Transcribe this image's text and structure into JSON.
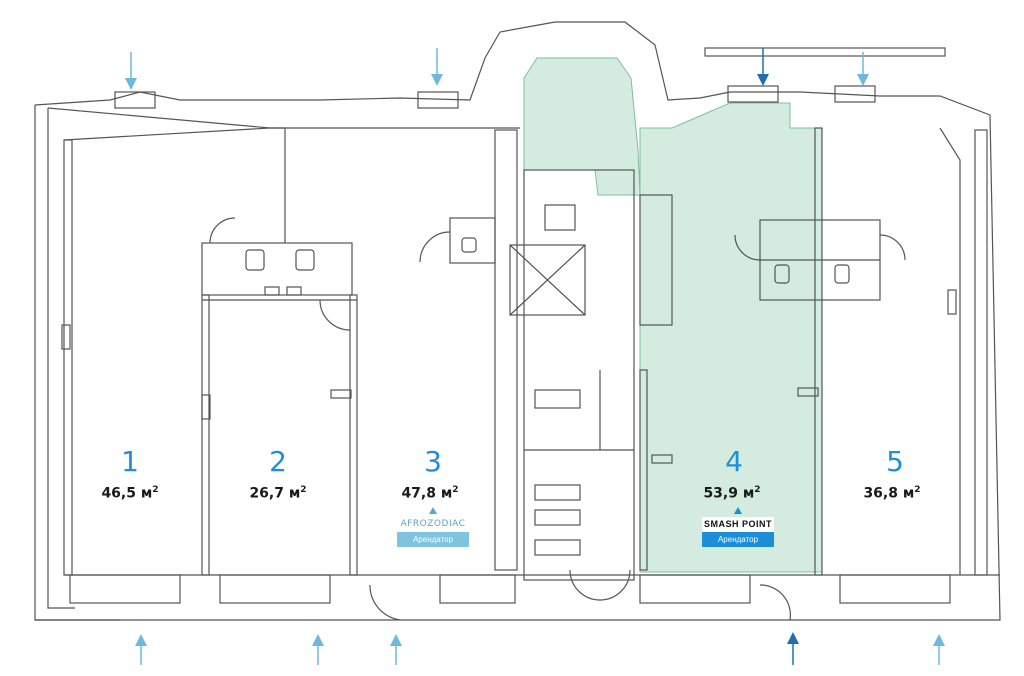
{
  "units": [
    {
      "number": "1",
      "area": "46,5 м",
      "sup": "2",
      "highlighted": false
    },
    {
      "number": "2",
      "area": "26,7 м",
      "sup": "2",
      "highlighted": false
    },
    {
      "number": "3",
      "area": "47,8 м",
      "sup": "2",
      "highlighted": false
    },
    {
      "number": "4",
      "area": "53,9 м",
      "sup": "2",
      "highlighted": true
    },
    {
      "number": "5",
      "area": "36,8 м",
      "sup": "2",
      "highlighted": false
    }
  ],
  "tenants": [
    {
      "unit": "3",
      "logo_text": "AFROZODIAC",
      "label": "Арендатор"
    },
    {
      "unit": "4",
      "logo_text": "SMASH POINT",
      "label": "Арендатор"
    }
  ],
  "colors": {
    "wall": "#555555",
    "unit_number": "#1e8fd8",
    "entrance_arrow": "#6fb8dc",
    "entrance_arrow_active": "#1f6fb0",
    "highlight_fill": "#d3ecdf",
    "highlight_stroke": "#7fbf9c"
  },
  "entrances_count": 9
}
